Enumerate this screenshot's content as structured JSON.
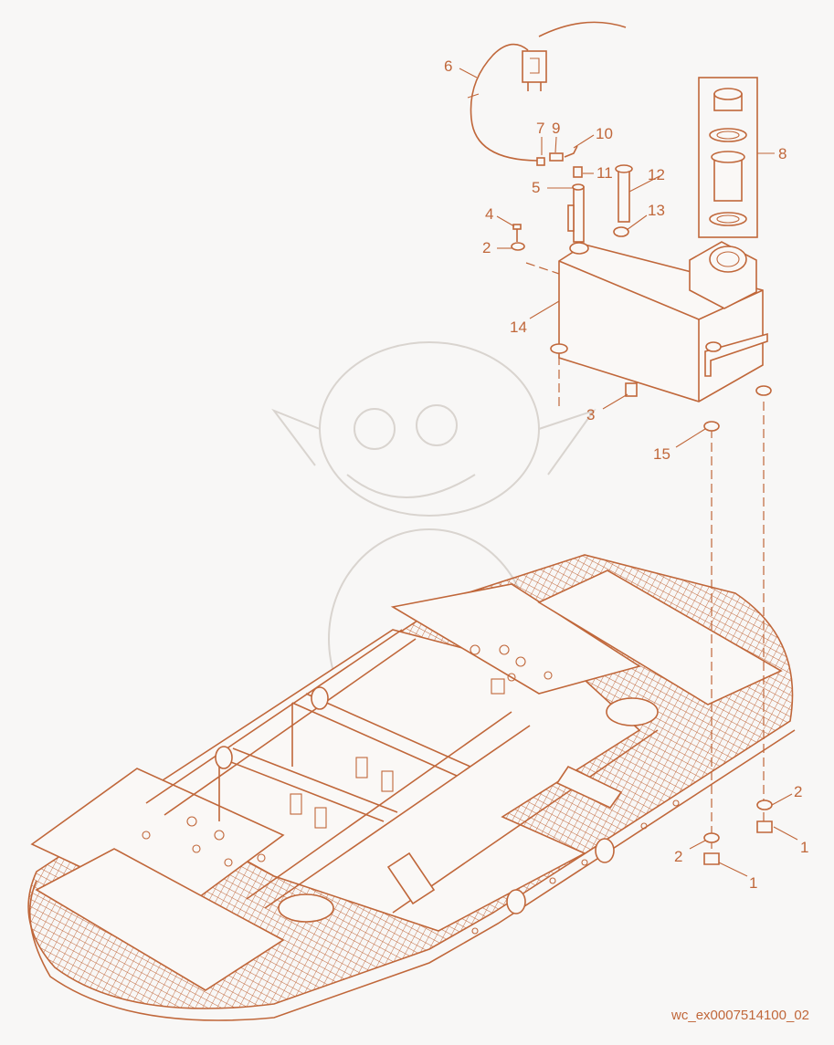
{
  "diagram": {
    "document_id": "wc_ex0007514100_02",
    "colors": {
      "line": "#c0673a",
      "background": "#f8f7f6",
      "watermark": "#d9d4cf"
    },
    "callouts": [
      "6",
      "7",
      "9",
      "10",
      "8",
      "11",
      "5",
      "12",
      "4",
      "13",
      "2",
      "14",
      "3",
      "15",
      "2",
      "1",
      "2",
      "1"
    ]
  }
}
